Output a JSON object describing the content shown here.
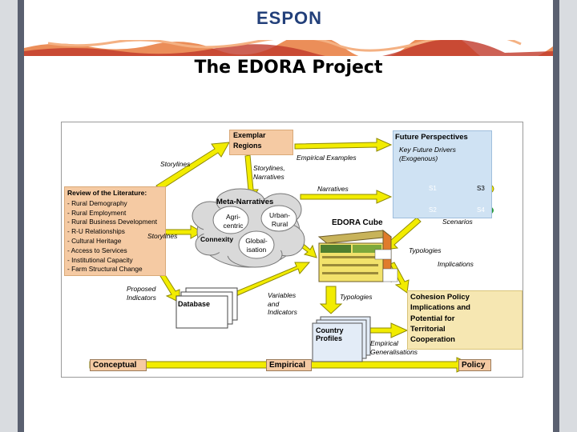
{
  "brand": {
    "logo": "ESPON"
  },
  "title": "The EDORA Project",
  "diagram": {
    "exemplar_regions": "Exemplar Regions",
    "future_perspectives": "Future Perspectives",
    "key_future_drivers": "Key Future Drivers (Exogenous)",
    "empirical_examples": "Empirical Examples",
    "storylines_top": "Storylines",
    "storylines_narratives": "Storylines, Narratives",
    "narratives": "Narratives",
    "storylines_left": "Storylines",
    "review_title": "Review of the Literature:",
    "review_items": [
      "- Rural Demography",
      "- Rural Employment",
      "- Rural Business Development",
      "- R-U Relationships",
      "- Cultural Heritage",
      "- Access to Services",
      "- Institutional Capacity",
      "- Farm Structural Change"
    ],
    "meta_narratives": "Meta-Narratives",
    "agri_centric": "Agri-centric",
    "urban_rural": "Urban-Rural",
    "globalisation": "Global-isation",
    "connexity": "Connexity",
    "edora_cube": "EDORA Cube",
    "scenarios": [
      "S1",
      "S3",
      "S2",
      "S4"
    ],
    "scenarios_label": "Scenarios",
    "typologies_right": "Typologies",
    "implications": "Implications",
    "proposed_indicators": "Proposed Indicators",
    "database": "Database",
    "variables_indicators": "Variables and Indicators",
    "typologies_mid": "Typologies",
    "country_profiles": "Country Profiles",
    "empirical_generalisations": "Empirical Generalisations",
    "cohesion_policy": [
      "Cohesion Policy",
      "Implications and",
      "Potential for",
      "Territorial",
      "Cooperation"
    ],
    "conceptual": "Conceptual",
    "empirical": "Empirical",
    "policy": "Policy"
  },
  "colors": {
    "arrow": "#f2ec00",
    "arrow_stroke": "#8f8a00",
    "literature": "#f5caa3",
    "future": "#cfe2f3",
    "cohesion": "#f6e7b2",
    "scenario_blue": "#1f6fd0",
    "scenario_red": "#d22020",
    "eu_blue": "#1f3f9f"
  }
}
